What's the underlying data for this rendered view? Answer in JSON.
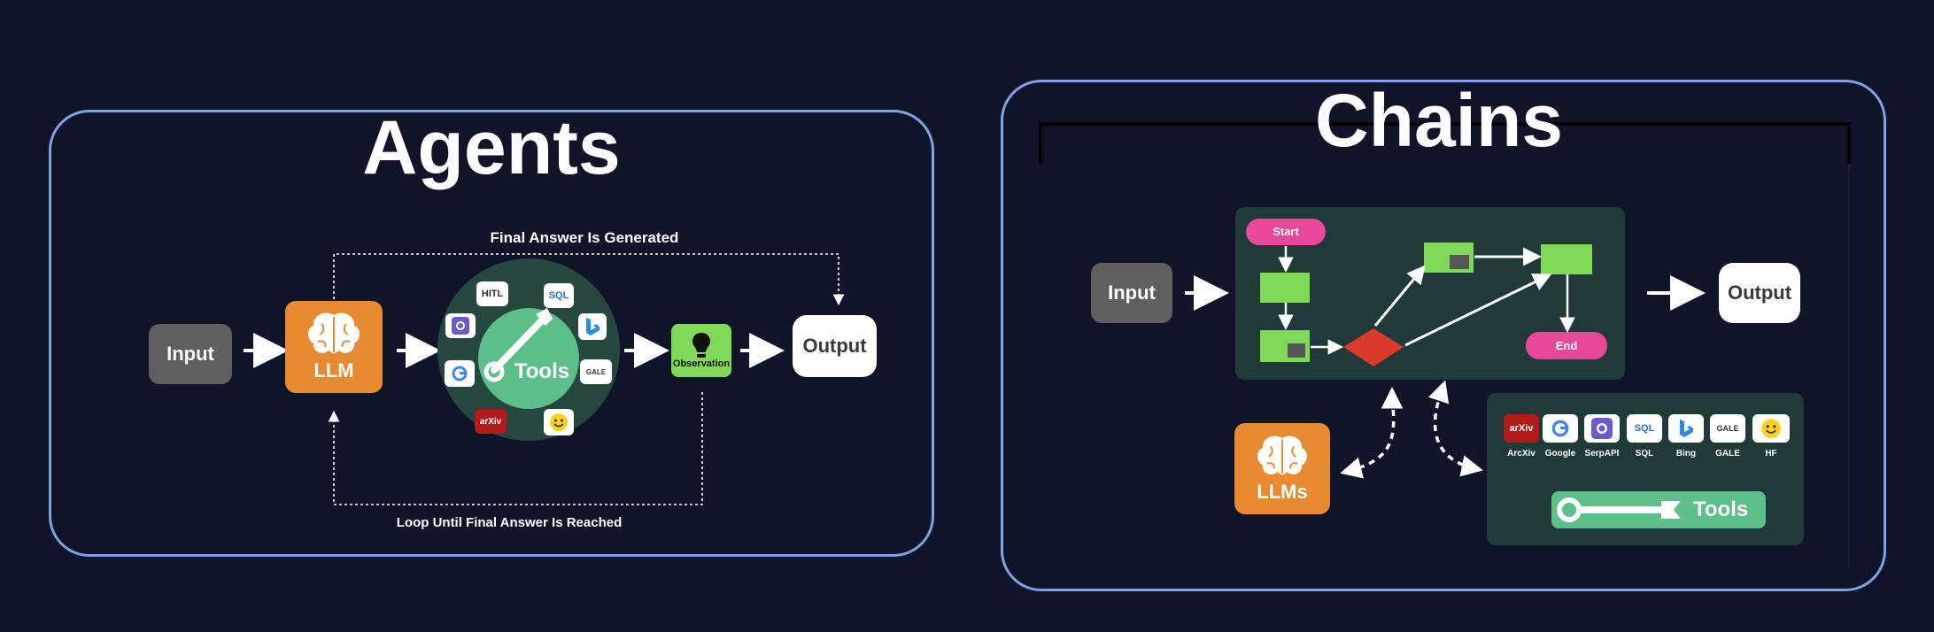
{
  "agents": {
    "title": "Agents",
    "input_label": "Input",
    "llm_label": "LLM",
    "tools_label": "Tools",
    "observation_label": "Observation",
    "output_label": "Output",
    "top_loop_label": "Final Answer Is Generated",
    "bottom_loop_label": "Loop Until Final Answer Is Reached",
    "tool_chips": [
      "HITL",
      "SQL",
      "GALE",
      "arXiv"
    ],
    "icons": [
      "brain-icon",
      "wrench-icon",
      "lightbulb-icon",
      "google-icon",
      "serpapi-icon",
      "bing-icon",
      "huggingface-icon"
    ]
  },
  "chains": {
    "title": "Chains",
    "input_label": "Input",
    "output_label": "Output",
    "llms_label": "LLMs",
    "tools_label": "Tools",
    "flow": {
      "start_label": "Start",
      "end_label": "End"
    },
    "tools": [
      {
        "name": "ArcXiv",
        "chip": "arXiv",
        "icon": "arxiv-icon"
      },
      {
        "name": "Google",
        "chip": "G",
        "icon": "google-icon"
      },
      {
        "name": "SerpAPI",
        "chip": "",
        "icon": "serpapi-icon"
      },
      {
        "name": "SQL",
        "chip": "SQL",
        "icon": "sql-icon"
      },
      {
        "name": "Bing",
        "chip": "b",
        "icon": "bing-icon"
      },
      {
        "name": "GALE",
        "chip": "GALE",
        "icon": "gale-icon"
      },
      {
        "name": "HF",
        "chip": "",
        "icon": "huggingface-icon"
      }
    ],
    "colors": {
      "flow_green": "#7ed957",
      "start_pink": "#e8479a",
      "decision_red": "#d93a2b",
      "tools_green": "#5cbf8a"
    }
  }
}
